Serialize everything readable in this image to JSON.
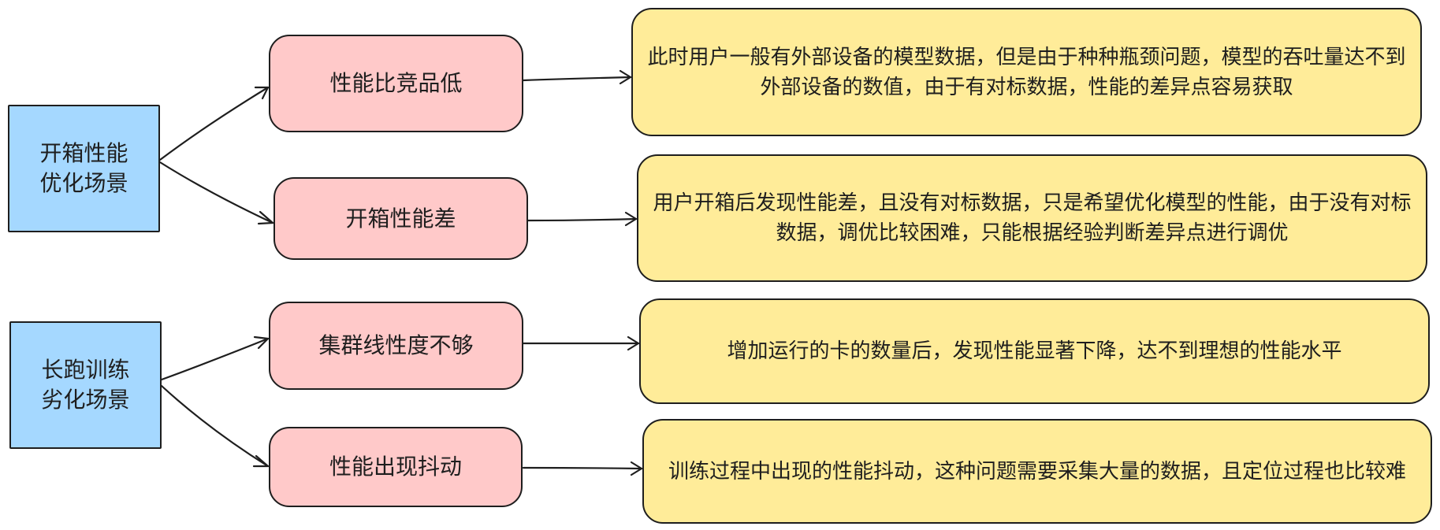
{
  "diagram": {
    "scenarios": [
      {
        "id": "unboxing",
        "label": "开箱性能优化场景",
        "problems": [
          {
            "label": "性能比竞品低",
            "description": "此时用户一般有外部设备的模型数据，但是由于种种瓶颈问题，模型的吞吐量达不到外部设备的数值，由于有对标数据，性能的差异点容易获取"
          },
          {
            "label": "开箱性能差",
            "description": "用户开箱后发现性能差，且没有对标数据，只是希望优化模型的性能，由于没有对标数据，调优比较困难，只能根据经验判断差异点进行调优"
          }
        ]
      },
      {
        "id": "longrun",
        "label": "长跑训练劣化场景",
        "problems": [
          {
            "label": "集群线性度不够",
            "description": "增加运行的卡的数量后，发现性能显著下降，达不到理想的性能水平"
          },
          {
            "label": "性能出现抖动",
            "description": "训练过程中出现的性能抖动，这种问题需要采集大量的数据，且定位过程也比较难"
          }
        ]
      }
    ],
    "colors": {
      "scenario_fill": "#a5d8ff",
      "problem_fill": "#ffc9c9",
      "description_fill": "#ffec99",
      "stroke": "#1e1e1e"
    }
  }
}
